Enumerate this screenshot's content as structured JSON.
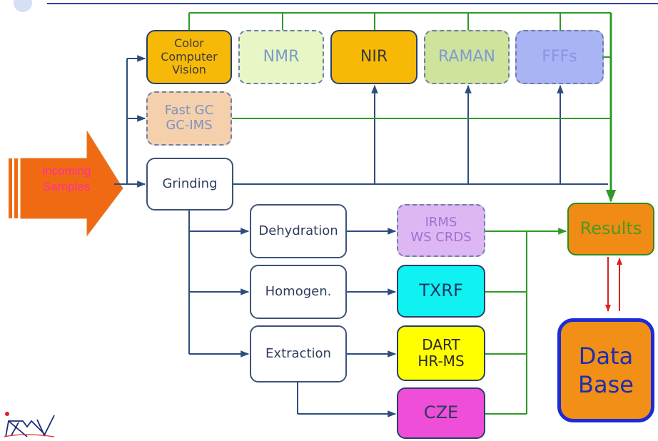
{
  "incoming": {
    "line1": "Incoming",
    "line2": "Samples"
  },
  "top_row": {
    "color_vision": {
      "line1": "Color",
      "line2": "Computer",
      "line3": "Vision"
    },
    "nmr": "NMR",
    "nir": "NIR",
    "raman": "RAMAN",
    "fffs": "FFFs"
  },
  "fast_gc": {
    "line1": "Fast GC",
    "line2": "GC-IMS"
  },
  "grinding": "Grinding",
  "prep": {
    "dehydration": "Dehydration",
    "homogen": "Homogen.",
    "extraction": "Extraction"
  },
  "techniques": {
    "irms": {
      "line1": "IRMS",
      "line2": "WS CRDS"
    },
    "txrf": "TXRF",
    "dart": {
      "line1": "DART",
      "line2": "HR-MS"
    },
    "cze": "CZE"
  },
  "results": "Results",
  "database": {
    "line1": "Data",
    "line2": "Base"
  },
  "colors": {
    "wire_blue": "#2d4d7e",
    "wire_green": "#2f9a26",
    "link_red": "#e02020",
    "incoming_arrow": "#f06a14",
    "incoming_text": "#ff2f9a"
  },
  "icons": {
    "logo": "institute-logo-icon",
    "deco": "circle-decoration-icon"
  }
}
